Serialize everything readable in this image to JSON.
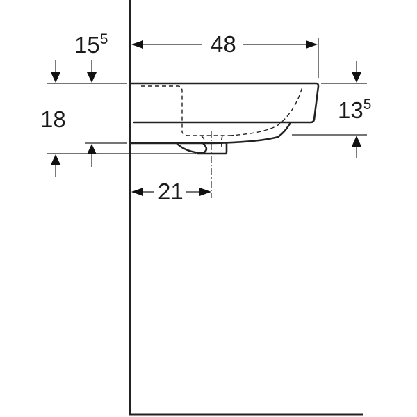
{
  "drawing": {
    "subject": "washbasin side view dimension drawing",
    "colors": {
      "line": "#222222",
      "background": "#ffffff"
    },
    "dimensions": {
      "width": {
        "value": "48",
        "sup": ""
      },
      "top_offset": {
        "value": "15",
        "sup": "5"
      },
      "right_height": {
        "value": "13",
        "sup": "5"
      },
      "left_height": {
        "value": "18",
        "sup": ""
      },
      "drain_offset": {
        "value": "21",
        "sup": ""
      }
    }
  }
}
